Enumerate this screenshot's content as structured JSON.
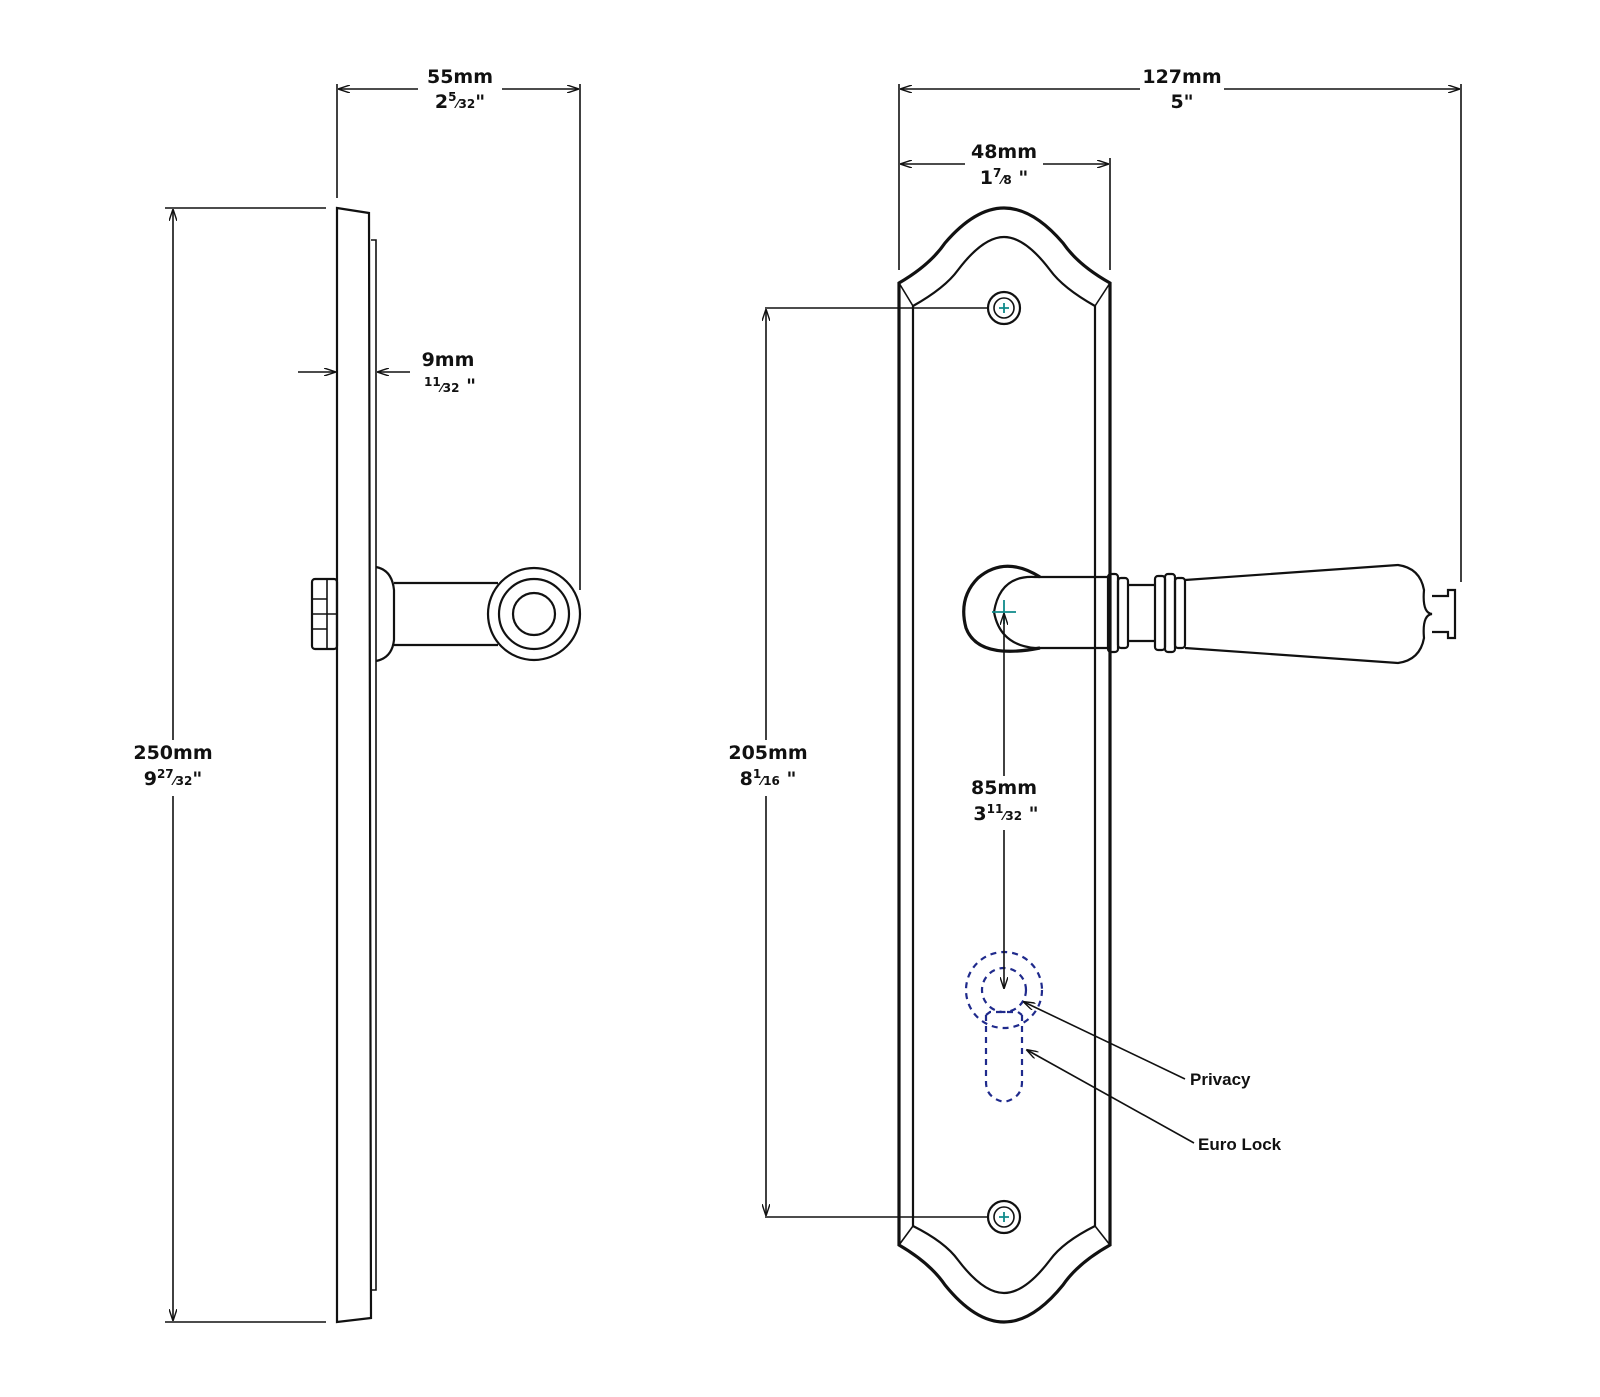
{
  "colors": {
    "line": "#111111",
    "cutout_dashed": "#1f2a8c",
    "center_mark": "#0f8a8a",
    "background": "#ffffff"
  },
  "side_view": {
    "projection": {
      "mm": "55mm",
      "whole": "2",
      "num": "5",
      "den": "32"
    },
    "plate_thickness": {
      "mm": "9mm",
      "whole": "",
      "num": "11",
      "den": "32"
    },
    "height": {
      "mm": "250mm",
      "whole": "9",
      "num": "27",
      "den": "32"
    }
  },
  "front_view": {
    "overall_width": {
      "mm": "127mm",
      "imperial": "5\""
    },
    "plate_width": {
      "mm": "48mm",
      "whole": "1",
      "num": "7",
      "den": "8"
    },
    "screw_centers": {
      "mm": "205mm",
      "whole": "8",
      "num": "1",
      "den": "16"
    },
    "backset": {
      "mm": "85mm",
      "whole": "3",
      "num": "11",
      "den": "32"
    },
    "callouts": {
      "privacy": "Privacy",
      "euro_lock": "Euro Lock"
    }
  }
}
